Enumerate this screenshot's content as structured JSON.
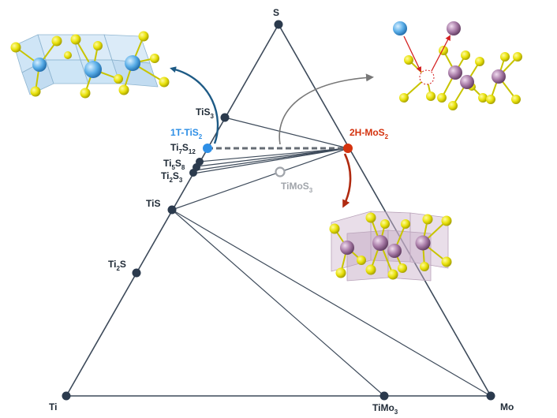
{
  "diagram": {
    "vertices": {
      "top": "S",
      "left": "Ti",
      "right": "Mo"
    },
    "phases": [
      {
        "id": "tis3",
        "text": "TiS",
        "sub": "3"
      },
      {
        "id": "tis2",
        "text": "1T-TiS",
        "sub": "2",
        "color": "#2e8fe6"
      },
      {
        "id": "ti7s12",
        "text": "Ti",
        "sub1": "7",
        "mid": "S",
        "sub2": "12"
      },
      {
        "id": "ti5s8",
        "text": "Ti",
        "sub1": "5",
        "mid": "S",
        "sub2": "8"
      },
      {
        "id": "ti2s3",
        "text": "Ti",
        "sub1": "2",
        "mid": "S",
        "sub2": "3"
      },
      {
        "id": "tis",
        "text": "TiS"
      },
      {
        "id": "ti2s",
        "text": "Ti",
        "sub1": "2",
        "mid": "S"
      },
      {
        "id": "mos2",
        "text": "2H-MoS",
        "sub": "2",
        "color": "#d4330f"
      },
      {
        "id": "timos3",
        "text": "TiMoS",
        "sub": "3",
        "color": "#a0a4aa"
      },
      {
        "id": "timo3",
        "text": "TiMo",
        "sub": "3"
      }
    ],
    "colors": {
      "edge": "#3d4a5a",
      "node": "#2b3a4d",
      "tis2": "#2e8fe6",
      "mos2": "#d4330f",
      "unstable": "#a0a4aa",
      "sulfur": "#e8e10a",
      "titanium": "#5aaee8",
      "molybdenum": "#a77aa6"
    },
    "icons": [
      "tis2-octahedral-structure-icon",
      "mos2-trigonal-prismatic-structure-icon",
      "substitution-defect-icon"
    ]
  }
}
